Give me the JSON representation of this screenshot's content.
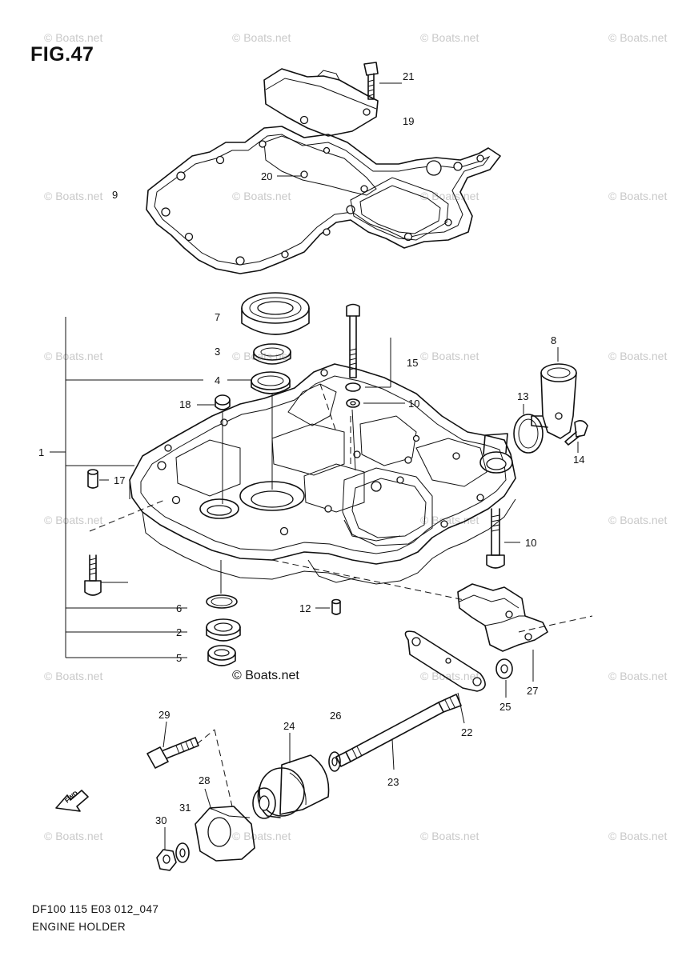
{
  "figure_title": "FIG.47",
  "watermark_text": "© Boats.net",
  "center_watermark": "© Boats.net",
  "footer": {
    "model_code": "DF100 115 E03 012_047",
    "section_name": "ENGINE HOLDER"
  },
  "callouts": [
    {
      "id": "c21",
      "text": "21"
    },
    {
      "id": "c19",
      "text": "19"
    },
    {
      "id": "c20",
      "text": "20"
    },
    {
      "id": "c9",
      "text": "9"
    },
    {
      "id": "c7",
      "text": "7"
    },
    {
      "id": "c3",
      "text": "3"
    },
    {
      "id": "c4",
      "text": "4"
    },
    {
      "id": "c15",
      "text": "15"
    },
    {
      "id": "c10a",
      "text": "10"
    },
    {
      "id": "c8",
      "text": "8"
    },
    {
      "id": "c13",
      "text": "13"
    },
    {
      "id": "c14",
      "text": "14"
    },
    {
      "id": "c18",
      "text": "18"
    },
    {
      "id": "c1",
      "text": "1"
    },
    {
      "id": "c17",
      "text": "17"
    },
    {
      "id": "c10b",
      "text": "10"
    },
    {
      "id": "c12",
      "text": "12"
    },
    {
      "id": "c6",
      "text": "6"
    },
    {
      "id": "c2",
      "text": "2"
    },
    {
      "id": "c5",
      "text": "5"
    },
    {
      "id": "c27",
      "text": "27"
    },
    {
      "id": "c26",
      "text": "26"
    },
    {
      "id": "c24",
      "text": "24"
    },
    {
      "id": "c22",
      "text": "22"
    },
    {
      "id": "c25",
      "text": "25"
    },
    {
      "id": "c29",
      "text": "29"
    },
    {
      "id": "c23",
      "text": "23"
    },
    {
      "id": "c28",
      "text": "28"
    },
    {
      "id": "c31",
      "text": "31"
    },
    {
      "id": "c30",
      "text": "30"
    }
  ],
  "fwd_label": "FWD"
}
